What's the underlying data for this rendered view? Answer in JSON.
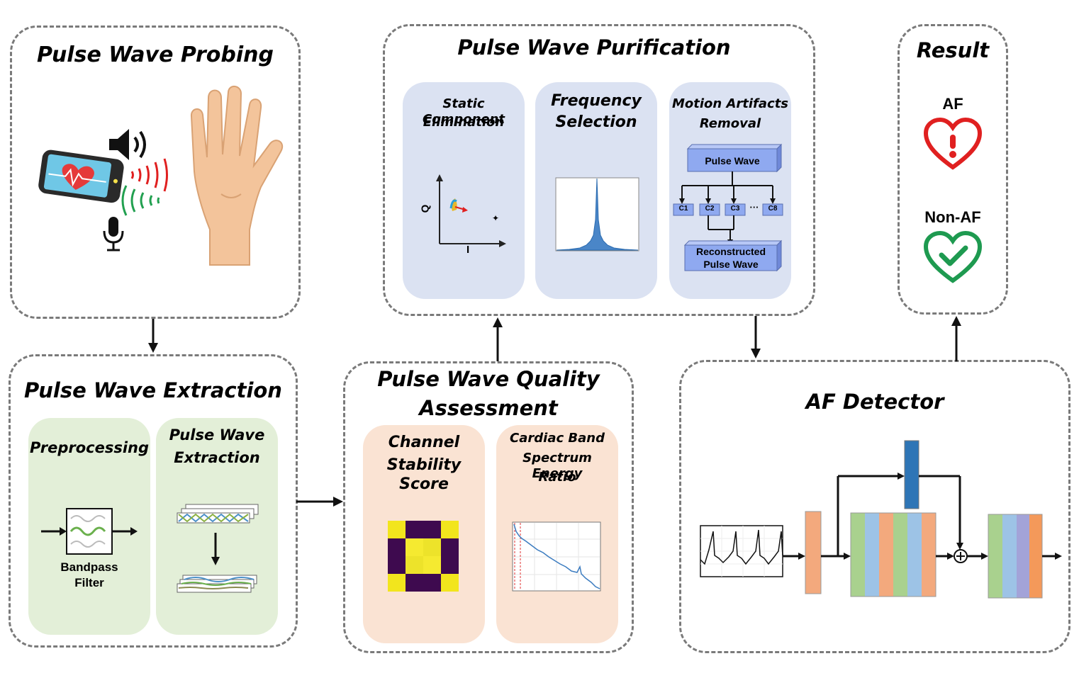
{
  "probing": {
    "title": "Pulse Wave Probing"
  },
  "purification": {
    "title": "Pulse Wave Purification",
    "static": {
      "title_line1": "Static Component",
      "title_line2": "Elimination",
      "axis_q": "Q",
      "axis_i": "I"
    },
    "frequency": {
      "title_line1": "Frequency",
      "title_line2": "Selection"
    },
    "motion": {
      "title_line1": "Motion Artifacts",
      "title_line2": "Removal",
      "top_block": "Pulse Wave",
      "components": [
        "C1",
        "C2",
        "C3",
        "C8"
      ],
      "ellipsis": "···",
      "bottom_line1": "Reconstructed",
      "bottom_line2": "Pulse Wave"
    }
  },
  "result": {
    "title": "Result",
    "af_label": "AF",
    "non_af_label": "Non-AF"
  },
  "extraction": {
    "title": "Pulse Wave Extraction",
    "preprocessing": {
      "title": "Preprocessing",
      "filter_line1": "Bandpass",
      "filter_line2": "Filter"
    },
    "pwe": {
      "title_line1": "Pulse Wave",
      "title_line2": "Extraction"
    }
  },
  "quality": {
    "title_line1": "Pulse Wave Quality",
    "title_line2": "Assessment",
    "css": {
      "title_line1": "Channel",
      "title_line2": "Stability Score"
    },
    "cbser": {
      "title_line1": "Cardiac Band",
      "title_line2": "Spectrum Energy",
      "title_line3": "Ratio"
    }
  },
  "detector": {
    "title": "AF Detector"
  },
  "colors": {
    "box_border": "#7a7a7a",
    "panel_blue": "#dbe2f2",
    "panel_green": "#e3efd8",
    "panel_peach": "#fae3d3",
    "af_red": "#e02020",
    "nonaf_green": "#1e9a50",
    "block_blue": "#8fa9f0",
    "viridis_yellow": "#f2e51d",
    "viridis_purple": "#3e0a4f",
    "layer_orange": "#f3a97d",
    "layer_green": "#a9d18e",
    "layer_blue": "#9dc3e6",
    "layer_darkblue": "#2e75b6"
  }
}
